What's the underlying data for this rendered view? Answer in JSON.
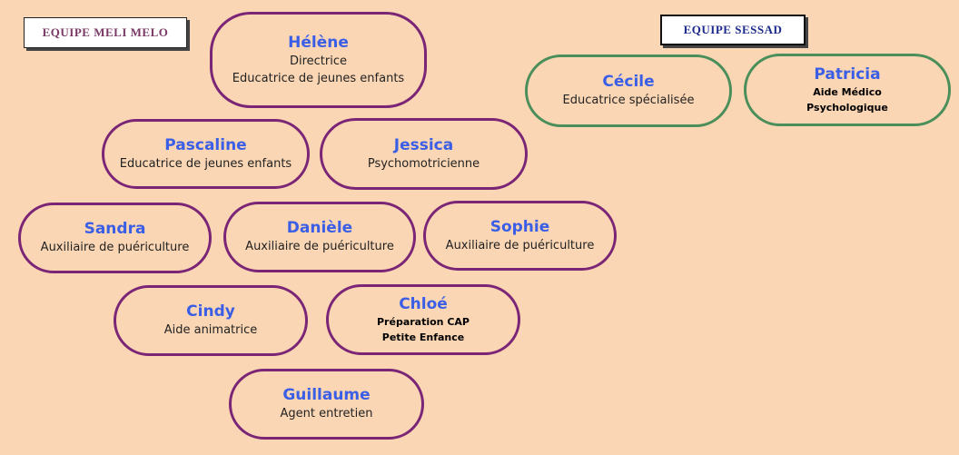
{
  "teams": {
    "meli": "EQUIPE  MELI MELO",
    "sessad": "EQUIPE  SESSAD"
  },
  "members": {
    "helene": {
      "name": "Hélène",
      "roles": [
        "Directrice",
        "Educatrice de jeunes enfants"
      ]
    },
    "pascaline": {
      "name": "Pascaline",
      "roles": [
        "Educatrice de jeunes enfants"
      ]
    },
    "jessica": {
      "name": "Jessica",
      "roles": [
        "Psychomotricienne"
      ]
    },
    "sandra": {
      "name": "Sandra",
      "roles": [
        "Auxiliaire de puériculture"
      ]
    },
    "daniele": {
      "name": "Danièle",
      "roles": [
        "Auxiliaire de puériculture"
      ]
    },
    "sophie": {
      "name": "Sophie",
      "roles": [
        "Auxiliaire de puériculture"
      ]
    },
    "cindy": {
      "name": "Cindy",
      "roles": [
        "Aide animatrice"
      ]
    },
    "chloe": {
      "name": "Chloé",
      "roles": [
        "Préparation CAP",
        "Petite Enfance"
      ]
    },
    "guillaume": {
      "name": "Guillaume",
      "roles": [
        "Agent entretien"
      ]
    },
    "cecile": {
      "name": "Cécile",
      "roles": [
        "Educatrice spécialisée"
      ]
    },
    "patricia": {
      "name": "Patricia",
      "roles": [
        "Aide Médico",
        "Psychologique"
      ]
    }
  },
  "colors": {
    "background": "#fbd6b4",
    "meli_border": "#7a2576",
    "sessad_border": "#4a8f5a",
    "name_color": "#3a5fe6"
  }
}
